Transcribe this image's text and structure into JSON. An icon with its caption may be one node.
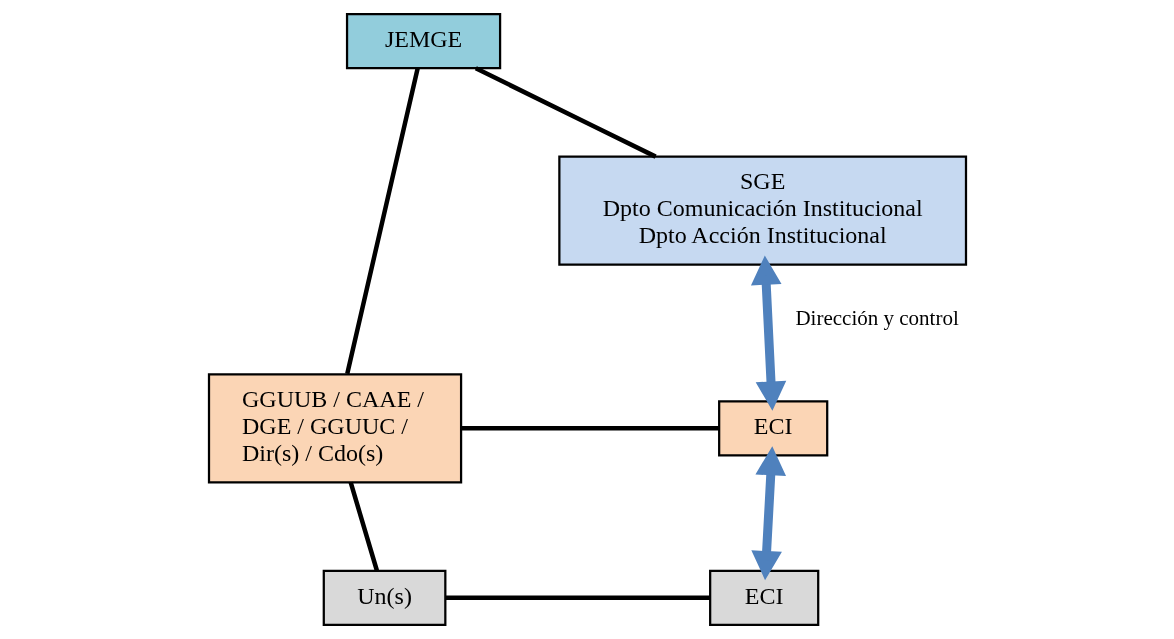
{
  "diagram": {
    "nodes": [
      {
        "text": [
          "JEMGE"
        ]
      },
      {
        "text": [
          "SGE",
          "Dpto Comunicación Institucional",
          "Dpto Acción Institucional"
        ]
      },
      {
        "text": [
          "GGUUB / CAAE / DGE / GGUUC / Dir(s) / Cdo(s)"
        ]
      },
      {
        "text": [
          "ECI"
        ]
      },
      {
        "text": [
          "Un(s)"
        ]
      },
      {
        "text": [
          "ECI"
        ]
      }
    ],
    "edges": [
      {
        "from": 0,
        "to": 1,
        "arrow": "none"
      },
      {
        "from": 0,
        "to": 2,
        "arrow": "none"
      },
      {
        "from": 2,
        "to": 3,
        "arrow": "none"
      },
      {
        "from": 2,
        "to": 4,
        "arrow": "none"
      },
      {
        "from": 4,
        "to": 5,
        "arrow": "none"
      },
      {
        "from": 1,
        "to": 3,
        "arrow": "both",
        "label": "Dirección y control",
        "style": "thick",
        "color": "#4f81bd"
      },
      {
        "from": 3,
        "to": 5,
        "arrow": "both",
        "style": "thick",
        "color": "#4f81bd"
      }
    ]
  }
}
